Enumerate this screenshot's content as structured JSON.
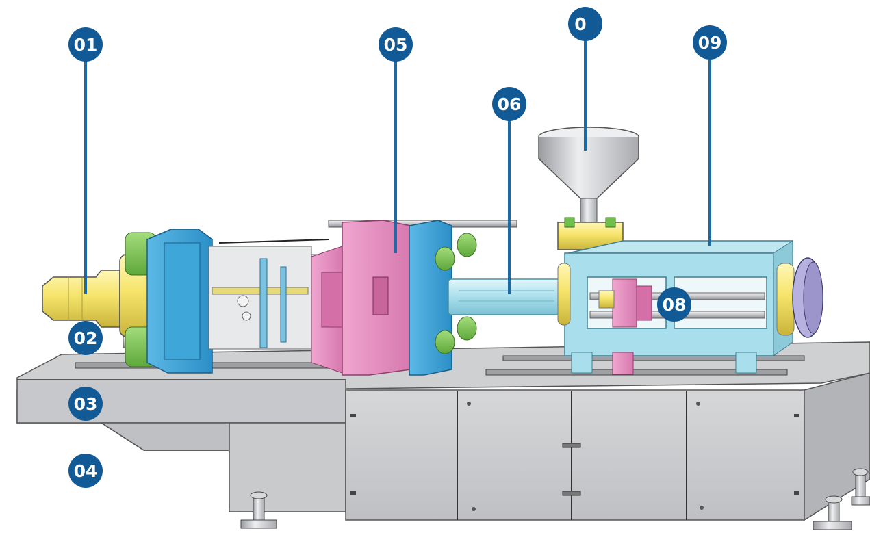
{
  "callouts": [
    {
      "id": "c01",
      "label": "01"
    },
    {
      "id": "c02",
      "label": "02"
    },
    {
      "id": "c03",
      "label": "03"
    },
    {
      "id": "c04",
      "label": "04"
    },
    {
      "id": "c05",
      "label": "05"
    },
    {
      "id": "c06",
      "label": "06"
    },
    {
      "id": "c07",
      "label": "0"
    },
    {
      "id": "c08",
      "label": "08"
    },
    {
      "id": "c09",
      "label": "09"
    }
  ],
  "colors": {
    "callout_fill": "#115a96",
    "leader_line": "#1a6aa8",
    "frame_gray": "#c9cacc",
    "frame_edge": "#555555",
    "cylinder_yellow": "#f6e46a",
    "platen_blue": "#3aa3d8",
    "mold_pink": "#e58fc0",
    "nut_green": "#7dc354",
    "barrel_cyan": "#a9dfec",
    "hopper_silver": "#d5d7da"
  }
}
